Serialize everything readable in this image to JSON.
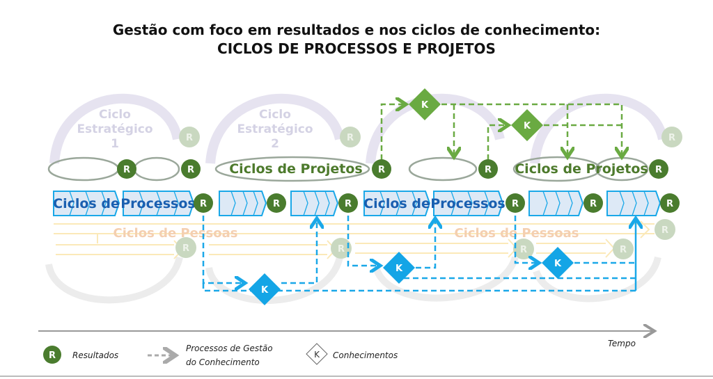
{
  "title": {
    "line1": "Gestão com foco em resultados e nos ciclos de conhecimento:",
    "line2": "CICLOS DE PROCESSOS E PROJETOS"
  },
  "strategic": {
    "cycle1": {
      "l1": "Ciclo",
      "l2": "Estratégico",
      "l3": "1"
    },
    "cycle2": {
      "l1": "Ciclo",
      "l2": "Estratégico",
      "l3": "2"
    }
  },
  "projects_label": "Ciclos de Projetos",
  "processes_label": {
    "part1": "Ciclos de",
    "part2": "Processos"
  },
  "people_label": "Ciclos de Pessoas",
  "result_letter": "R",
  "knowledge_letter": "K",
  "axis_label": "Tempo",
  "legend": {
    "results": "Resultados",
    "process_l1": "Processos de Gestão",
    "process_l2": "do Conhecimento",
    "knowledge": "Conhecimentos"
  },
  "colors": {
    "result_green": "#4a7c2e",
    "knowledge_blue": "#14a5e6",
    "knowledge_green": "#6aaa42"
  }
}
